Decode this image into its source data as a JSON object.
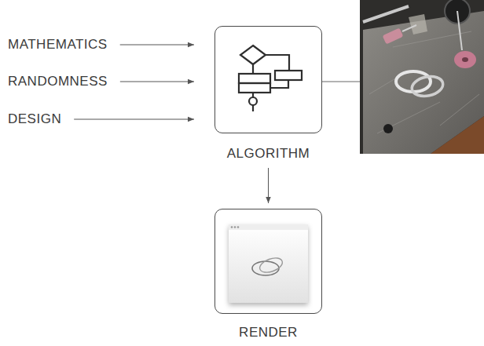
{
  "diagram": {
    "nodes": [
      {
        "text": [
          "MATHEMATICS"
        ]
      },
      {
        "text": [
          "RANDOMNESS"
        ]
      },
      {
        "text": [
          "DESIGN"
        ]
      },
      {
        "text": [
          "ALGORITHM"
        ]
      },
      {
        "text": [
          "RENDER"
        ]
      }
    ],
    "edges": [
      {
        "from": 0,
        "to": 3,
        "arrow": "to"
      },
      {
        "from": 1,
        "to": 3,
        "arrow": "to"
      },
      {
        "from": 2,
        "to": 3,
        "arrow": "to"
      },
      {
        "from": 3,
        "to": 4,
        "arrow": "to"
      }
    ]
  }
}
